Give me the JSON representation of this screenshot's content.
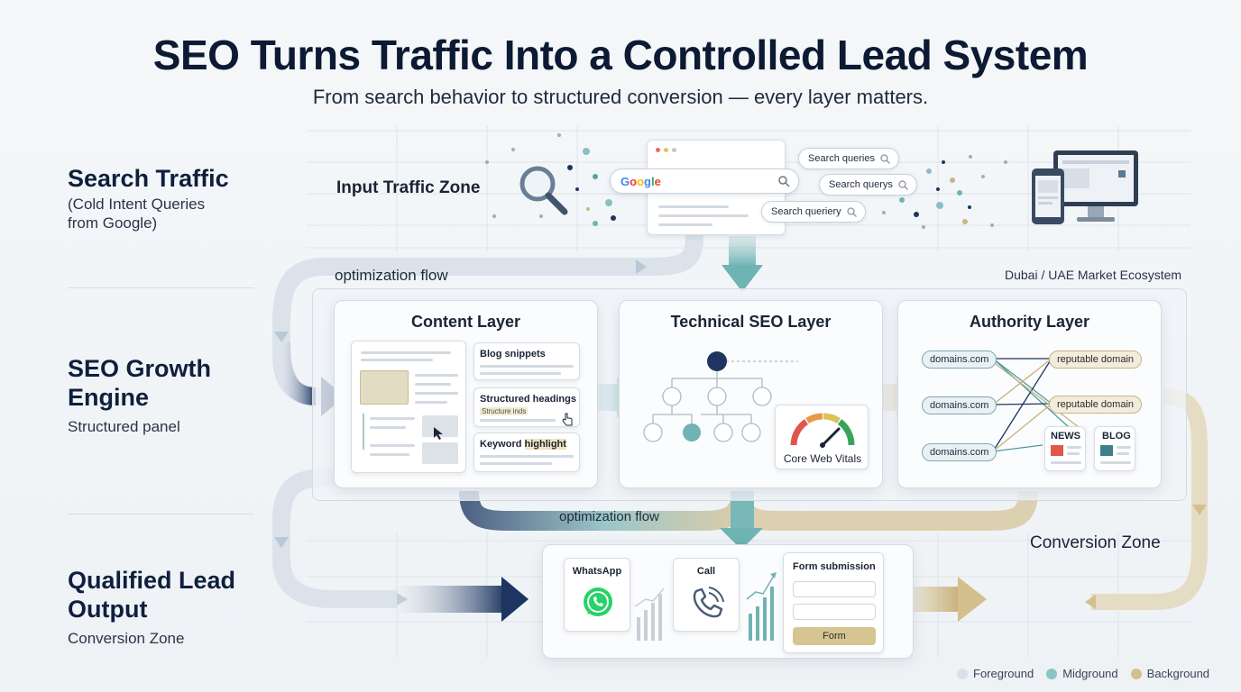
{
  "header": {
    "title": "SEO Turns Traffic Into a Controlled Lead System",
    "subtitle": "From search behavior to structured conversion — every layer matters."
  },
  "sidebar": {
    "search_traffic": {
      "title": "Search Traffic",
      "sub_line1": "(Cold Intent Queries",
      "sub_line2": "from Google)"
    },
    "growth_engine": {
      "title_line1": "SEO Growth",
      "title_line2": "Engine",
      "sub": "Structured panel"
    },
    "lead_output": {
      "title_line1": "Qualified Lead",
      "title_line2": "Output",
      "sub": "Conversion Zone"
    }
  },
  "input_zone": {
    "label": "Input Traffic Zone",
    "google_logo": "Google",
    "queries": [
      "Search queries",
      "Search querys",
      "Search queriery"
    ]
  },
  "flow": {
    "top_label": "optimization flow",
    "bottom_label": "optimization flow",
    "market_label": "Dubai / UAE Market Ecosystem"
  },
  "content_layer": {
    "title": "Content Layer",
    "snippets": [
      "Blog snippets",
      "Structured headings",
      "Keyword highlight"
    ],
    "headings_note": "Structure inds",
    "highlight_word": "highlight",
    "keyword_prefix": "Keyword "
  },
  "technical_layer": {
    "title": "Technical SEO Layer",
    "vitals_label": "Core Web Vitals"
  },
  "authority_layer": {
    "title": "Authority Layer",
    "domains": [
      "domains.com",
      "domains.com",
      "domains.com"
    ],
    "reputable": [
      "reputable domain",
      "reputable domain"
    ],
    "news": "NEWS",
    "blog": "BLOG"
  },
  "conversion": {
    "zone_label": "Conversion Zone",
    "whatsapp": "WhatsApp",
    "call": "Call",
    "form_title": "Form submission",
    "form_button": "Form"
  },
  "legend": [
    "Foreground",
    "Midground",
    "Background"
  ],
  "colors": {
    "navy": "#1d3560",
    "teal": "#6fb3b3",
    "tan": "#d4c08e",
    "whatsapp": "#25d366"
  }
}
